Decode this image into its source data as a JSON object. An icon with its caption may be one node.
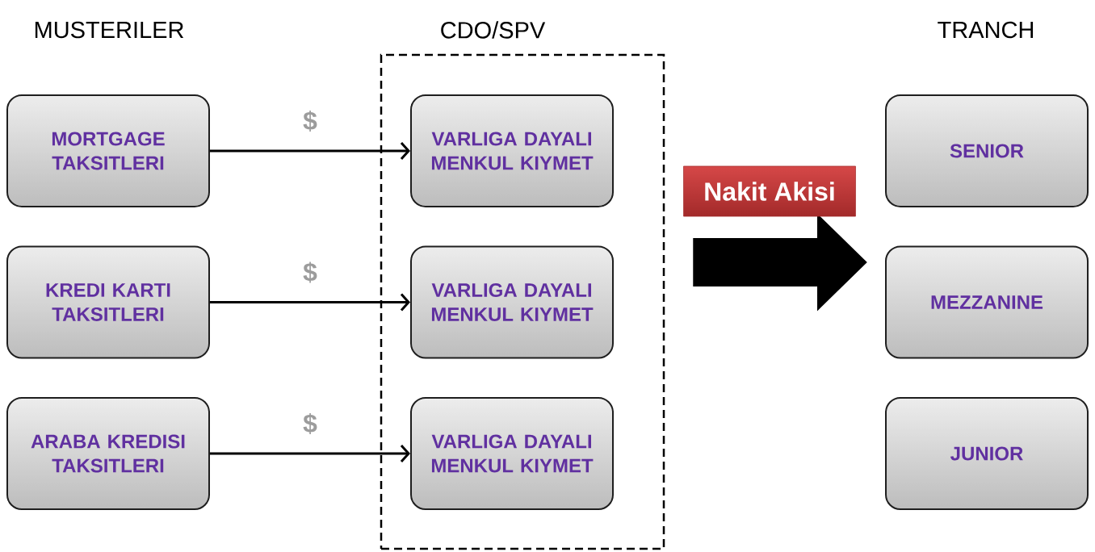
{
  "diagram": {
    "nodes": [
      {
        "text": [
          "MORTGAGE TAKSITLERI"
        ]
      },
      {
        "text": [
          "KREDI KARTI TAKSITLERI"
        ]
      },
      {
        "text": [
          "ARABA KREDISI TAKSITLERI"
        ]
      },
      {
        "text": [
          "CDO/SPV"
        ]
      },
      {
        "text": [
          "VARLIGA DAYALI MENKUL KIYMET"
        ],
        "in": 3
      },
      {
        "text": [
          "VARLIGA DAYALI MENKUL KIYMET"
        ],
        "in": 3
      },
      {
        "text": [
          "VARLIGA DAYALI MENKUL KIYMET"
        ],
        "in": 3
      },
      {
        "text": [
          "SENIOR"
        ]
      },
      {
        "text": [
          "MEZZANINE"
        ]
      },
      {
        "text": [
          "JUNIOR"
        ]
      }
    ],
    "edges": [
      {
        "from": 0,
        "to": 4,
        "arrow": "to",
        "label": "$"
      },
      {
        "from": 1,
        "to": 5,
        "arrow": "to",
        "label": "$"
      },
      {
        "from": 2,
        "to": 6,
        "arrow": "to",
        "label": "$"
      },
      {
        "from": 3,
        "to": 8,
        "arrow": "to",
        "label": "Nakit Akisi",
        "style": "thick"
      }
    ],
    "labels": [
      "MUSTERILER",
      "TRANCH"
    ]
  }
}
